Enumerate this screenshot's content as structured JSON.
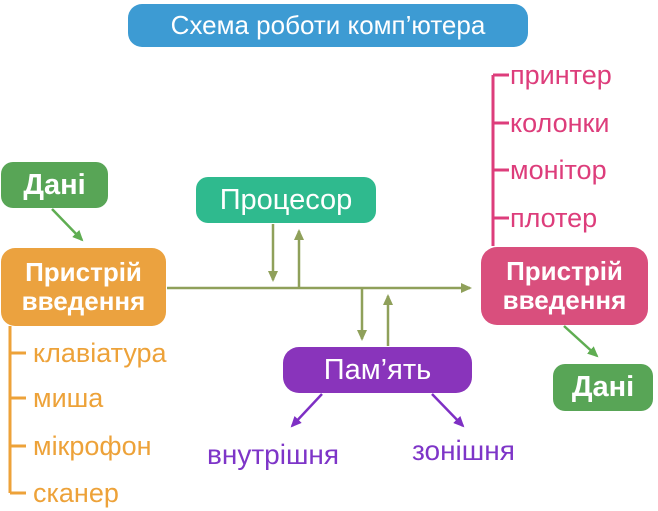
{
  "title": "Схема роботи комп’ютера",
  "nodes": {
    "data_in": "Дані",
    "processor": "Процесор",
    "input_device": {
      "line1": "Пристрій",
      "line2": "введення"
    },
    "output_device": {
      "line1": "Пристрій",
      "line2": "введення"
    },
    "memory": "Пам’ять",
    "data_out": "Дані"
  },
  "input_devices": [
    "клавіатура",
    "миша",
    "мікрофон",
    "сканер"
  ],
  "output_devices": [
    "принтер",
    "колонки",
    "монітор",
    "плотер"
  ],
  "memory_types": {
    "internal": "внутрішня",
    "external": "зонішня"
  },
  "colors": {
    "title-bg": "#3d9bd3",
    "data-bg": "#58a556",
    "processor-bg": "#2fba8e",
    "input-bg": "#eba23f",
    "output-bg": "#d94f7d",
    "memory-bg": "#8934bb",
    "input-text": "#eda239",
    "output-text": "#dd3d7b",
    "memory-text": "#7e35c8",
    "arrow-green": "#5fad52",
    "arrow-olive": "#8fa05a",
    "arrow-purple": "#7e2fc4",
    "box-text": "#ffffff"
  }
}
